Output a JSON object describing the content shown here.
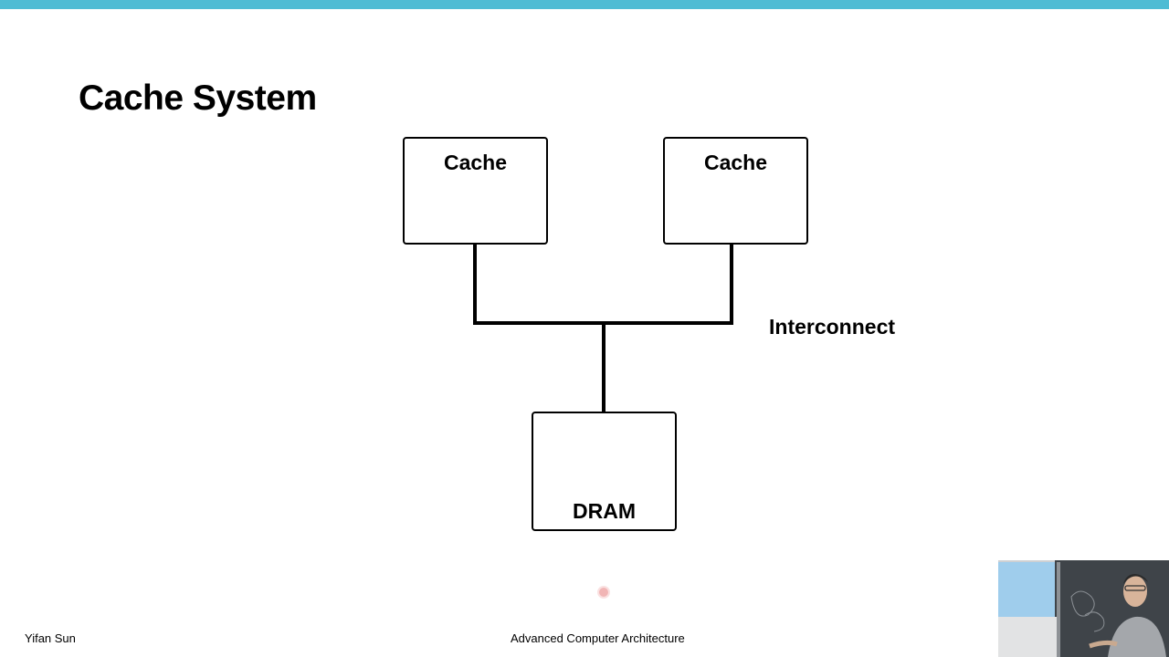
{
  "slide": {
    "title": "Cache System"
  },
  "diagram": {
    "nodes": {
      "cache_left": "Cache",
      "cache_right": "Cache",
      "dram": "DRAM"
    },
    "interconnect_label": "Interconnect"
  },
  "footer": {
    "author": "Yifan Sun",
    "course": "Advanced Computer Architecture"
  },
  "colors": {
    "accent_bar": "#4fbcd4"
  }
}
